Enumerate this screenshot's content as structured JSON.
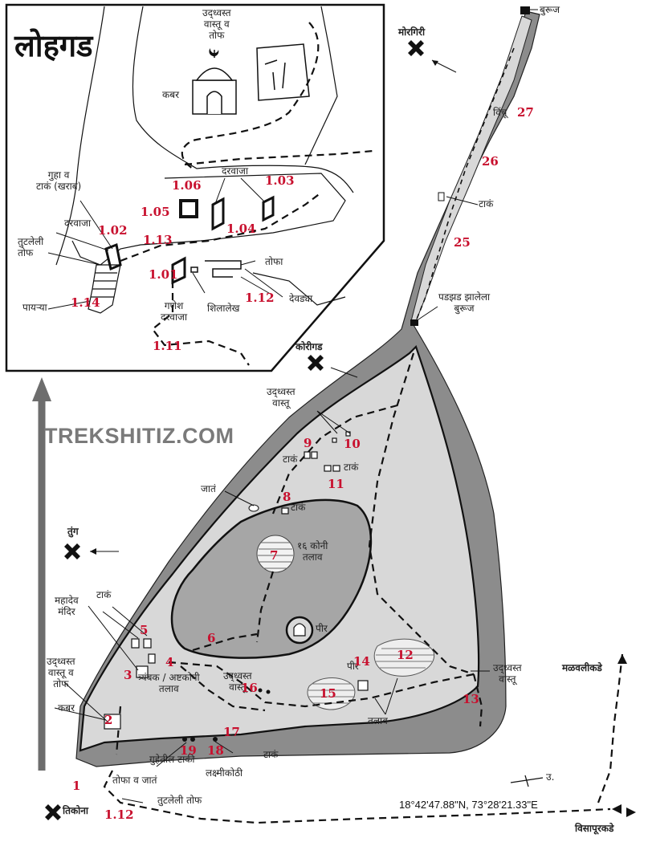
{
  "title": "लोहगड",
  "watermark": "TREKSHITIZ.COM",
  "coordinates": "18°42'47.88\"N, 73°28'21.33\"E",
  "north_label": "उ.",
  "colors": {
    "outer_fort": "#8c8c8c",
    "plateau": "#d8d8d8",
    "inner_hill": "#a6a6a6",
    "number_red": "#c8102e",
    "path": "#111111"
  },
  "inset_labels": {
    "ruins_cannon": "उद्ध्वस्त\nवास्तू व\nतोफ",
    "tomb": "कबर",
    "cave_tank": "गुहा व\nटाकं (खराब)",
    "darwaja_top": "दरवाजा",
    "darwaja_left": "दरवाजा",
    "broken_cannon": "तुटलेली\nतोफ",
    "steps": "पायऱ्या",
    "ganesh_darwaja": "गणेश\nदरवाजा",
    "inscription": "शिलालेख",
    "cannons": "तोफा",
    "shrines": "देवड्या"
  },
  "inset_numbers": [
    "1.06",
    "1.03",
    "1.05",
    "1.04",
    "1.02",
    "1.13",
    "1.01",
    "1.12",
    "1.14",
    "1.11"
  ],
  "directions": {
    "morgiri": "मोरगिरी",
    "korigad": "कोरीगड",
    "tung": "तुंग",
    "tikona": "तिकोना",
    "malavli": "मळवलीकडे",
    "visapur": "विसापूरकडे"
  },
  "main_labels": {
    "buruj_top": "बुरूज",
    "vinchu": "विंचू",
    "taka_ridge": "टाकं",
    "collapsed_buruj": "पडझड झालेला\nबुरूज",
    "ruins_top": "उद्ध्वस्त\nवास्तू",
    "taka_9": "टाकं",
    "taka_11": "टाकं",
    "jaat": "जातं",
    "taka_8": "टाकं",
    "lake_7": "१६ कोनी\nतलाव",
    "peer_main": "पीर",
    "taka_5": "टाकं",
    "mahadev": "महादेव\nमंदिर",
    "ruins_cannon_main": "उद्ध्वस्त\nवास्तू व\nतोफ",
    "trimbak_lake": "त्र्यंबक / अष्टकोनी\nतलाव",
    "ruins_16": "उद्ध्वस्त\nवास्तू",
    "peer_14": "पीर",
    "ruins_13": "उद्ध्वस्त\nवास्तू",
    "talav": "तलाव",
    "kabar_main": "कबर",
    "cave_tanks": "गुहेतील टाकी",
    "taka_17": "टाकं",
    "laxmi": "लक्ष्मीकोठी",
    "cannon_mill": "तोफा व जातं",
    "broken_cannon_main": "तुटलेली तोफ"
  },
  "main_numbers": [
    "27",
    "26",
    "25",
    "9",
    "10",
    "11",
    "8",
    "7",
    "6",
    "5",
    "4",
    "3",
    "16",
    "14",
    "12",
    "15",
    "13",
    "2",
    "17",
    "19",
    "18",
    "1",
    "1.12"
  ]
}
